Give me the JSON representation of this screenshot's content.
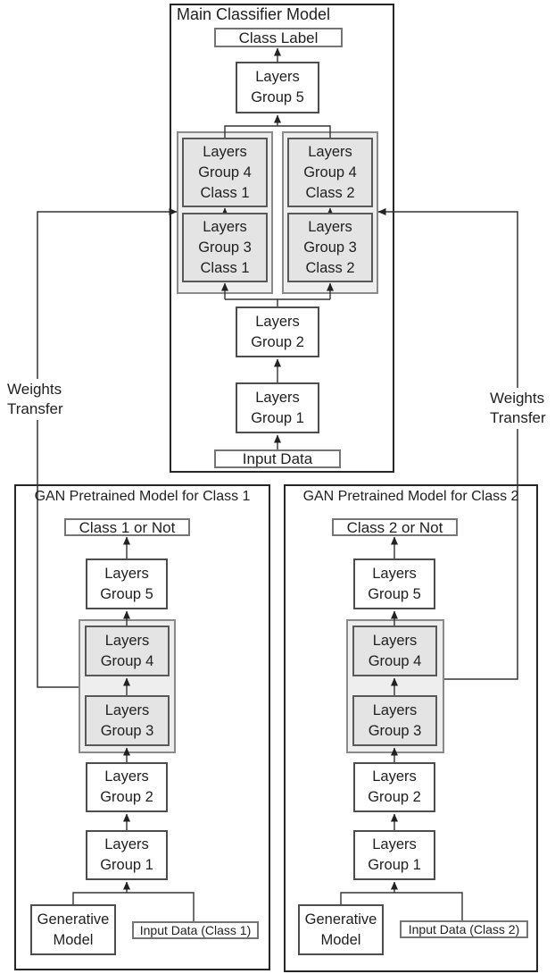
{
  "main": {
    "title": "Main Classifier Model",
    "class_label": "Class Label",
    "group5": [
      "Layers",
      "Group 5"
    ],
    "group4_class1": [
      "Layers",
      "Group 4",
      "Class 1"
    ],
    "group3_class1": [
      "Layers",
      "Group 3",
      "Class 1"
    ],
    "group4_class2": [
      "Layers",
      "Group 4",
      "Class 2"
    ],
    "group3_class2": [
      "Layers",
      "Group 3",
      "Class 2"
    ],
    "group2": [
      "Layers",
      "Group 2"
    ],
    "group1": [
      "Layers",
      "Group 1"
    ],
    "input": "Input Data"
  },
  "gan1": {
    "title": "GAN Pretrained Model for Class 1",
    "output_label": "Class 1 or Not",
    "group5": [
      "Layers",
      "Group 5"
    ],
    "group4": [
      "Layers",
      "Group 4"
    ],
    "group3": [
      "Layers",
      "Group 3"
    ],
    "group2": [
      "Layers",
      "Group 2"
    ],
    "group1": [
      "Layers",
      "Group 1"
    ],
    "generative": [
      "Generative",
      "Model"
    ],
    "input": "Input Data (Class 1)"
  },
  "gan2": {
    "title": "GAN Pretrained Model for Class 2",
    "output_label": "Class 2 or Not",
    "group5": [
      "Layers",
      "Group 5"
    ],
    "group4": [
      "Layers",
      "Group 4"
    ],
    "group3": [
      "Layers",
      "Group 3"
    ],
    "group2": [
      "Layers",
      "Group 2"
    ],
    "group1": [
      "Layers",
      "Group 1"
    ],
    "generative": [
      "Generative",
      "Model"
    ],
    "input": "Input Data (Class 2)"
  },
  "labels": {
    "weights_transfer_left": [
      "Weights",
      "Transfer"
    ],
    "weights_transfer_right": [
      "Weights",
      "Transfer"
    ]
  },
  "colors": {
    "background": "#ffffff",
    "frame_border": "#262626",
    "box_border": "#4d4d4d",
    "shaded_container_fill": "#eeeeee",
    "shaded_container_border": "#8a8a8a",
    "shaded_box_fill": "#e4e4e4",
    "shaded_box_border": "#595959",
    "connector_line": "#333333",
    "text": "#1f1f1f"
  }
}
